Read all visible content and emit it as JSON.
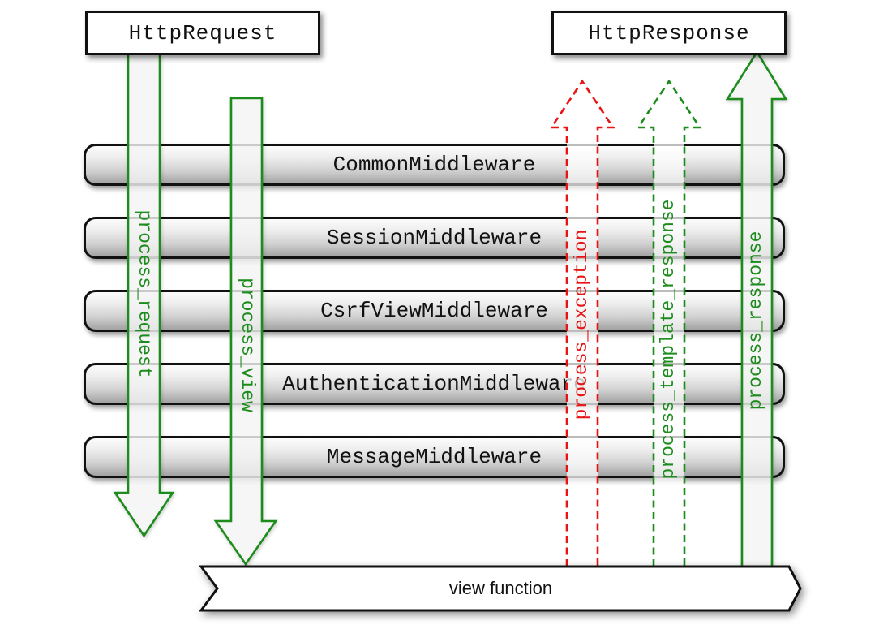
{
  "diagram": {
    "request_box": "HttpRequest",
    "response_box": "HttpResponse",
    "view_banner": "view function",
    "middlewares": [
      "CommonMiddleware",
      "SessionMiddleware",
      "CsrfViewMiddleware",
      "AuthenticationMiddleware",
      "MessageMiddleware"
    ],
    "arrows": [
      {
        "label": "process_request",
        "direction": "down",
        "style": "solid",
        "color": "#1c8c1c"
      },
      {
        "label": "process_view",
        "direction": "down",
        "style": "solid",
        "color": "#1c8c1c"
      },
      {
        "label": "process_exception",
        "direction": "up",
        "style": "dashed",
        "color": "#e81414"
      },
      {
        "label": "process_template_response",
        "direction": "up",
        "style": "dashed",
        "color": "#1c8c1c"
      },
      {
        "label": "process_response",
        "direction": "up",
        "style": "solid",
        "color": "#1c8c1c"
      }
    ],
    "colors": {
      "green": "#1c8c1c",
      "red": "#e81414"
    }
  }
}
